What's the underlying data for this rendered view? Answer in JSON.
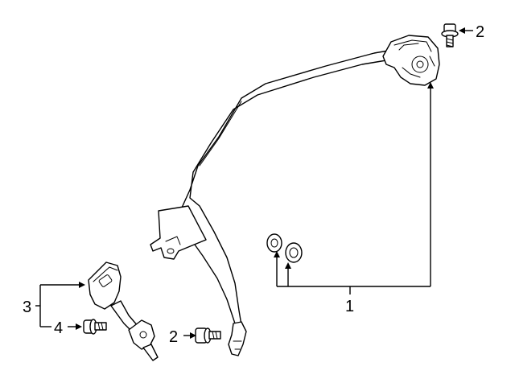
{
  "callouts": {
    "belt_assembly": "1",
    "bolt_upper": "2",
    "bolt_lower": "2",
    "buckle_assembly": "3",
    "buckle_bolt": "4"
  }
}
